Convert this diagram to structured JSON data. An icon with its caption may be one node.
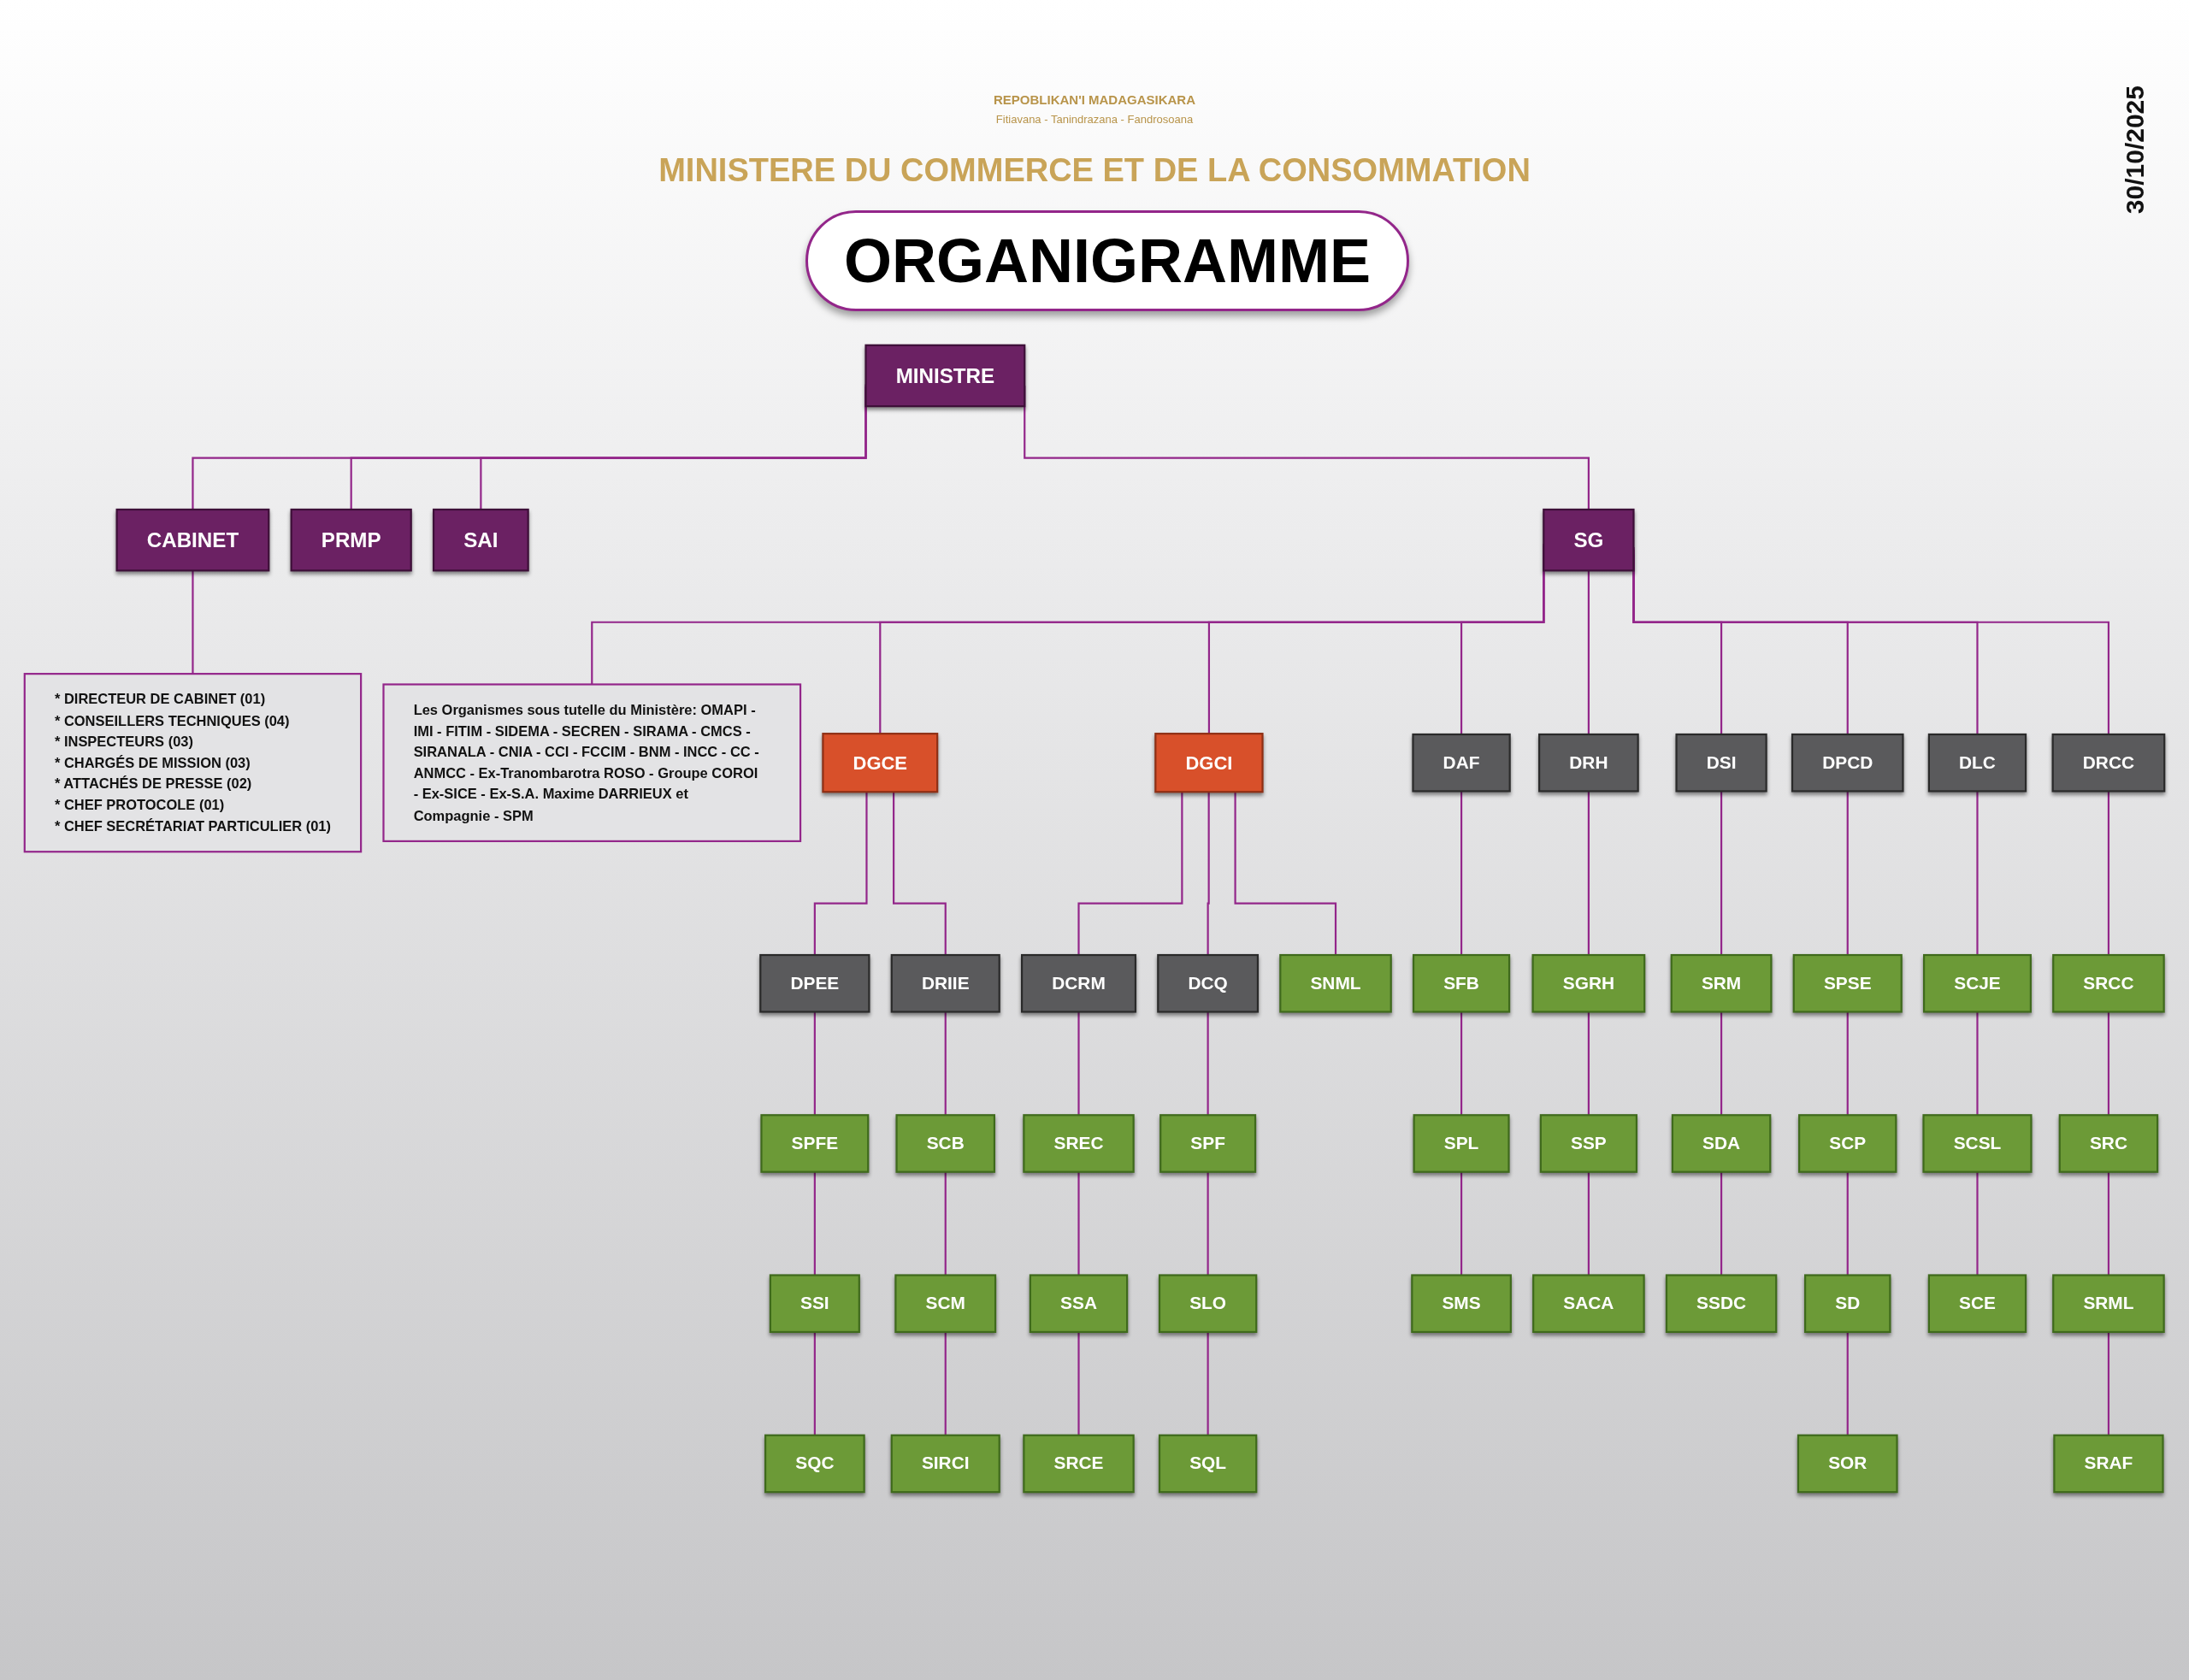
{
  "diagram": {
    "title": "ORGANIGRAMME",
    "nodes": [
      {
        "text": [
          "MINISTRE"
        ]
      },
      {
        "text": [
          "* DIRECTEUR DE CABINET (01)",
          "* CONSEILLERS TECHNIQUES (04)",
          "* INSPECTEURS (03)",
          "* CHARGÉS DE MISSION (03)",
          "* ATTACHÉS DE PRESSE (02)",
          "* CHEF PROTOCOLE (01)",
          "* CHEF SECRÉTARIAT PARTICULIER (01)"
        ]
      },
      {
        "text": [
          "CABINET"
        ]
      },
      {
        "text": [
          "PRMP"
        ]
      },
      {
        "text": [
          "SAI"
        ]
      },
      {
        "text": [
          "SG"
        ]
      },
      {
        "text": [
          "Les Organismes sous tutelle du Ministère: OMAPI - IMI - FITIM - SIDEMA - SECREN - SIRAMA - CMCS - SIRANALA - CNIA - CCI - FCCIM - BNM - INCC - CC - ANMCC - Ex-Tranombarotra ROSO - Groupe COROI - Ex-SICE - Ex-S.A. Maxime DARRIEUX et Compagnie - SPM"
        ]
      },
      {
        "text": [
          "DGCE"
        ]
      },
      {
        "text": [
          "DGCI"
        ]
      },
      {
        "text": [
          "DPEE"
        ]
      },
      {
        "text": [
          "DRIIE"
        ]
      },
      {
        "text": [
          "DCRM"
        ]
      },
      {
        "text": [
          "DCQ"
        ]
      },
      {
        "text": [
          "DAF"
        ]
      },
      {
        "text": [
          "DRH"
        ]
      },
      {
        "text": [
          "DSI"
        ]
      },
      {
        "text": [
          "DPCD"
        ]
      },
      {
        "text": [
          "DLC"
        ]
      },
      {
        "text": [
          "DRCC"
        ]
      },
      {
        "text": [
          "SPFE"
        ]
      },
      {
        "text": [
          "SCB"
        ]
      },
      {
        "text": [
          "SNML"
        ]
      },
      {
        "text": [
          "SREC"
        ]
      },
      {
        "text": [
          "SPF"
        ]
      },
      {
        "text": [
          "SFB"
        ]
      },
      {
        "text": [
          "SGRH"
        ]
      },
      {
        "text": [
          "SRM"
        ]
      },
      {
        "text": [
          "SPSE"
        ]
      },
      {
        "text": [
          "SCJE"
        ]
      },
      {
        "text": [
          "SRCC"
        ]
      },
      {
        "text": [
          "SSI"
        ]
      },
      {
        "text": [
          "SCM"
        ]
      },
      {
        "text": [
          "SSA"
        ]
      },
      {
        "text": [
          "SLO"
        ]
      },
      {
        "text": [
          "SPL"
        ]
      },
      {
        "text": [
          "SSP"
        ]
      },
      {
        "text": [
          "SDA"
        ]
      },
      {
        "text": [
          "SCP"
        ]
      },
      {
        "text": [
          "SCSL"
        ]
      },
      {
        "text": [
          "SRC"
        ]
      },
      {
        "text": [
          "SQC"
        ]
      },
      {
        "text": [
          "SIRCI"
        ]
      },
      {
        "text": [
          "SRCE"
        ]
      },
      {
        "text": [
          "SQL"
        ]
      },
      {
        "text": [
          "SMS"
        ]
      },
      {
        "text": [
          "SACA"
        ]
      },
      {
        "text": [
          "SSDC"
        ]
      },
      {
        "text": [
          "SD"
        ]
      },
      {
        "text": [
          "SCE"
        ]
      },
      {
        "text": [
          "SRML"
        ]
      },
      {
        "text": [
          "SOR"
        ]
      },
      {
        "text": [
          "SRAF"
        ]
      }
    ],
    "edges": [
      {
        "from": 0,
        "to": 2,
        "arrow": "none"
      },
      {
        "from": 2,
        "to": 1,
        "arrow": "none"
      },
      {
        "from": 0,
        "to": 3,
        "arrow": "none"
      },
      {
        "from": 0,
        "to": 4,
        "arrow": "none"
      },
      {
        "from": 0,
        "to": 5,
        "arrow": "none"
      },
      {
        "from": 5,
        "to": 6,
        "arrow": "none"
      },
      {
        "from": 5,
        "to": 7,
        "arrow": "none"
      },
      {
        "from": 5,
        "to": 8,
        "arrow": "none"
      },
      {
        "from": 5,
        "to": 13,
        "arrow": "none"
      },
      {
        "from": 5,
        "to": 14,
        "arrow": "none"
      },
      {
        "from": 5,
        "to": 15,
        "arrow": "none"
      },
      {
        "from": 5,
        "to": 16,
        "arrow": "none"
      },
      {
        "from": 5,
        "to": 17,
        "arrow": "none"
      },
      {
        "from": 5,
        "to": 18,
        "arrow": "none"
      },
      {
        "from": 7,
        "to": 9,
        "arrow": "none"
      },
      {
        "from": 7,
        "to": 10,
        "arrow": "none"
      },
      {
        "from": 8,
        "to": 21,
        "arrow": "none"
      },
      {
        "from": 8,
        "to": 11,
        "arrow": "none"
      },
      {
        "from": 8,
        "to": 12,
        "arrow": "none"
      },
      {
        "from": 9,
        "to": 19,
        "arrow": "none"
      },
      {
        "from": 19,
        "to": 30,
        "arrow": "none"
      },
      {
        "from": 30,
        "to": 40,
        "arrow": "none"
      },
      {
        "from": 10,
        "to": 20,
        "arrow": "none"
      },
      {
        "from": 20,
        "to": 31,
        "arrow": "none"
      },
      {
        "from": 31,
        "to": 41,
        "arrow": "none"
      },
      {
        "from": 11,
        "to": 22,
        "arrow": "none"
      },
      {
        "from": 22,
        "to": 32,
        "arrow": "none"
      },
      {
        "from": 32,
        "to": 42,
        "arrow": "none"
      },
      {
        "from": 12,
        "to": 23,
        "arrow": "none"
      },
      {
        "from": 23,
        "to": 33,
        "arrow": "none"
      },
      {
        "from": 33,
        "to": 43,
        "arrow": "none"
      },
      {
        "from": 13,
        "to": 24,
        "arrow": "none"
      },
      {
        "from": 24,
        "to": 34,
        "arrow": "none"
      },
      {
        "from": 34,
        "to": 44,
        "arrow": "none"
      },
      {
        "from": 14,
        "to": 25,
        "arrow": "none"
      },
      {
        "from": 25,
        "to": 35,
        "arrow": "none"
      },
      {
        "from": 35,
        "to": 45,
        "arrow": "none"
      },
      {
        "from": 15,
        "to": 26,
        "arrow": "none"
      },
      {
        "from": 26,
        "to": 36,
        "arrow": "none"
      },
      {
        "from": 36,
        "to": 46,
        "arrow": "none"
      },
      {
        "from": 16,
        "to": 27,
        "arrow": "none"
      },
      {
        "from": 27,
        "to": 37,
        "arrow": "none"
      },
      {
        "from": 37,
        "to": 47,
        "arrow": "none"
      },
      {
        "from": 47,
        "to": 50,
        "arrow": "none"
      },
      {
        "from": 17,
        "to": 28,
        "arrow": "none"
      },
      {
        "from": 28,
        "to": 38,
        "arrow": "none"
      },
      {
        "from": 38,
        "to": 48,
        "arrow": "none"
      },
      {
        "from": 18,
        "to": 29,
        "arrow": "none"
      },
      {
        "from": 29,
        "to": 39,
        "arrow": "none"
      },
      {
        "from": 39,
        "to": 49,
        "arrow": "none"
      },
      {
        "from": 49,
        "to": 51,
        "arrow": "none"
      }
    ],
    "labels": [
      "REPOBLIKAN'I MADAGASIKARA",
      "Fitiavana - Tanindrazana - Fandrosoana",
      "30/10/2025",
      "MINISTERE DU COMMERCE ET DE LA CONSOMMATION"
    ]
  }
}
